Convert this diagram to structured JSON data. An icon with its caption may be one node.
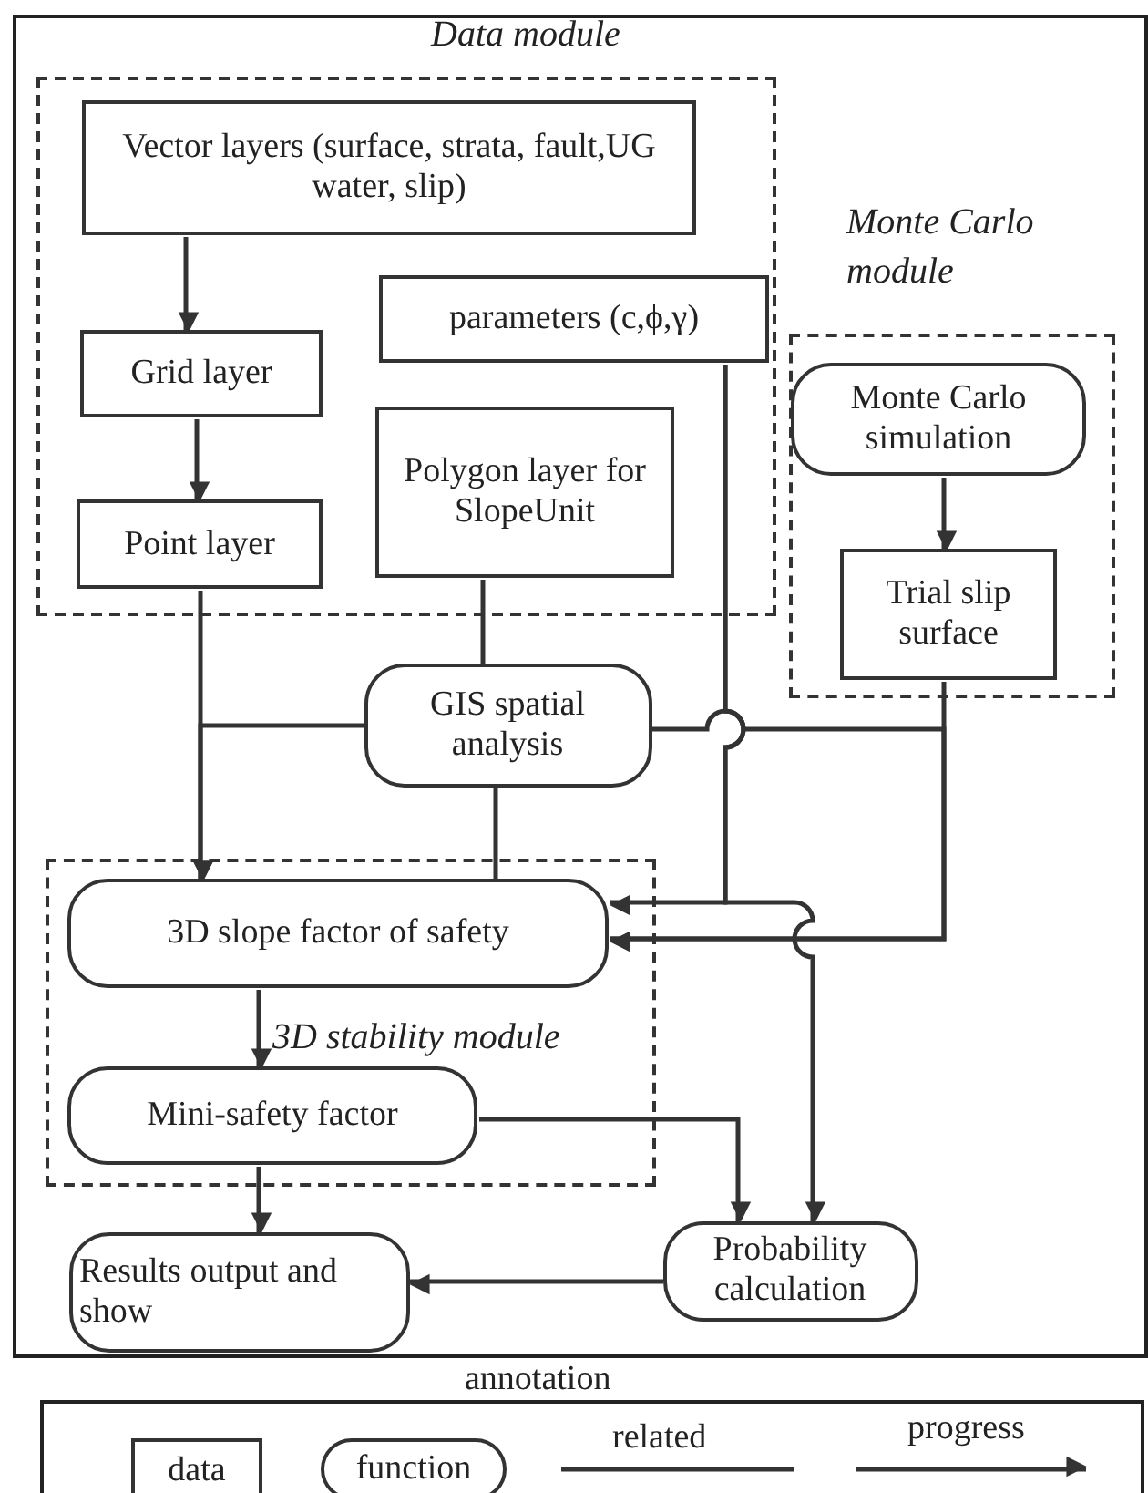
{
  "diagram": {
    "nodes": [
      {
        "text": [],
        "shape": "box"
      },
      {
        "text": [
          "Data module"
        ],
        "in": 0
      },
      {
        "text": [
          "Vector layers (surface, strata, fault,UG water, slip)"
        ],
        "in": 1
      },
      {
        "text": [
          "Grid layer"
        ],
        "in": 1
      },
      {
        "text": [
          "Point layer"
        ],
        "in": 1
      },
      {
        "text": [
          "parameters (c,ϕ,γ)"
        ],
        "in": 1
      },
      {
        "text": [
          "Polygon layer for SlopeUnit"
        ],
        "in": 1
      },
      {
        "text": [
          "Monte Carlo module"
        ],
        "in": 0
      },
      {
        "text": [
          "Monte Carlo simulation"
        ],
        "in": 7
      },
      {
        "text": [
          "Trial slip surface"
        ],
        "in": 7
      },
      {
        "text": [
          "GIS spatial analysis"
        ],
        "in": 0
      },
      {
        "text": [
          "3D stability module"
        ],
        "in": 0
      },
      {
        "text": [
          "3D slope factor of safety"
        ],
        "in": 11
      },
      {
        "text": [
          "Mini-safety factor"
        ],
        "in": 11
      },
      {
        "text": [
          "Results output and show"
        ],
        "in": 0
      },
      {
        "text": [
          "Probability calculation"
        ],
        "in": 0
      }
    ],
    "edges": [
      {
        "from": 2,
        "to": 3,
        "arrow": "to"
      },
      {
        "from": 3,
        "to": 4,
        "arrow": "to"
      },
      {
        "from": 8,
        "to": 9,
        "arrow": "to"
      },
      {
        "from": 4,
        "to": 12,
        "arrow": "to"
      },
      {
        "from": 10,
        "to": 12,
        "arrow": "to"
      },
      {
        "from": 6,
        "to": 10,
        "arrow": "none"
      },
      {
        "from": 10,
        "to": 12,
        "arrow": "none"
      },
      {
        "from": 10,
        "to": 12,
        "arrow": "to"
      },
      {
        "from": 9,
        "to": 12,
        "arrow": "to"
      },
      {
        "from": 5,
        "to": 12,
        "arrow": "to"
      },
      {
        "from": 5,
        "to": 15,
        "arrow": "to"
      },
      {
        "from": 12,
        "to": 13,
        "arrow": "to"
      },
      {
        "from": 13,
        "to": 14,
        "arrow": "to"
      },
      {
        "from": 13,
        "to": 15,
        "arrow": "to"
      },
      {
        "from": 15,
        "to": 14,
        "arrow": "to"
      }
    ],
    "labels": [
      "annotation"
    ],
    "legend": [
      {
        "text": "data"
      },
      {
        "text": "function"
      },
      {
        "text": "related"
      },
      {
        "text": "progress"
      }
    ]
  }
}
